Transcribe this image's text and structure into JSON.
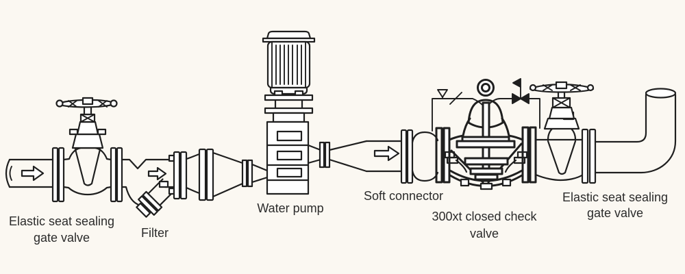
{
  "diagram": {
    "type": "piping-installation-schematic",
    "background_color": "#fbf8f2",
    "line_color": "#1f1f1f",
    "text_color": "#2b2b2b",
    "flow_arrows": {
      "count": 3,
      "direction": "right"
    },
    "components": [
      {
        "id": "gate-valve-left",
        "label_lines": [
          "Elastic seat sealing",
          "gate valve"
        ]
      },
      {
        "id": "filter",
        "label_lines": [
          "Filter"
        ]
      },
      {
        "id": "water-pump",
        "label_lines": [
          "Water pump"
        ]
      },
      {
        "id": "soft-connector",
        "label_lines": [
          "Soft connector"
        ]
      },
      {
        "id": "check-valve",
        "label_lines": [
          "300xt closed check",
          "valve"
        ]
      },
      {
        "id": "gate-valve-right",
        "label_lines": [
          "Elastic seat sealing",
          "gate valve"
        ]
      }
    ]
  }
}
